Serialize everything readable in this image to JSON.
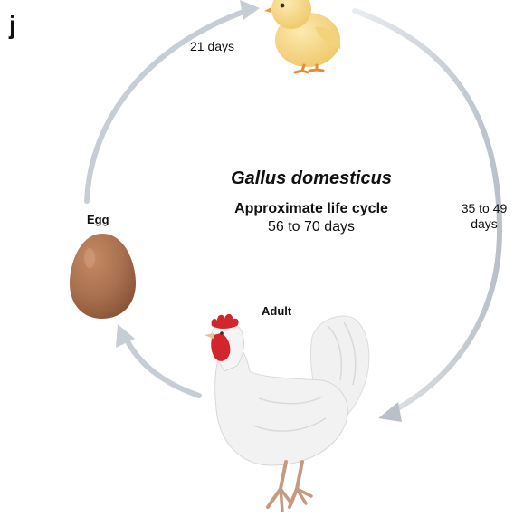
{
  "panel_letter": "j",
  "title": "Gallus domesticus",
  "subtitle": "Approximate life cycle",
  "total_duration": "56 to 70 days",
  "stages": {
    "egg": "Egg",
    "adult": "Adult"
  },
  "transitions": {
    "egg_to_chick": "21 days",
    "chick_to_adult_line1": "35 to 49",
    "chick_to_adult_line2": "days"
  },
  "colors": {
    "arrow": "#c7cdd4",
    "egg": "#a8704f",
    "chick": "#f6d98a",
    "comb": "#d3262c",
    "hen_body": "#f1f1f1",
    "legs": "#c69a7e"
  }
}
